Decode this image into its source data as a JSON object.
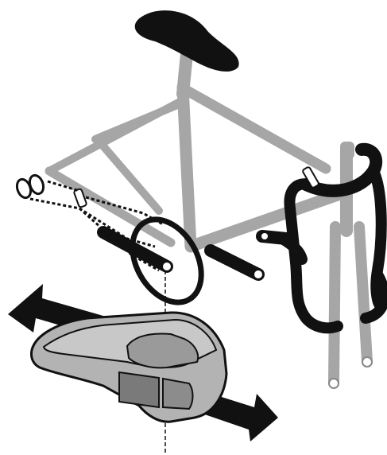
{
  "diagram": {
    "colors": {
      "frame": "#a6a6a6",
      "frame_dark": "#8c8c8c",
      "ink": "#111111",
      "sensor_body": "#b3b3b3",
      "sensor_shade": "#7a7a7a",
      "background": "#ffffff"
    },
    "parts": [
      "saddle",
      "seat-post",
      "bike-frame",
      "drop-handlebar",
      "front-fork",
      "crank-arm",
      "cadence-magnet-ring",
      "speed-sensor",
      "zip-ties",
      "cable-ties-loose",
      "direction-arrows"
    ]
  }
}
